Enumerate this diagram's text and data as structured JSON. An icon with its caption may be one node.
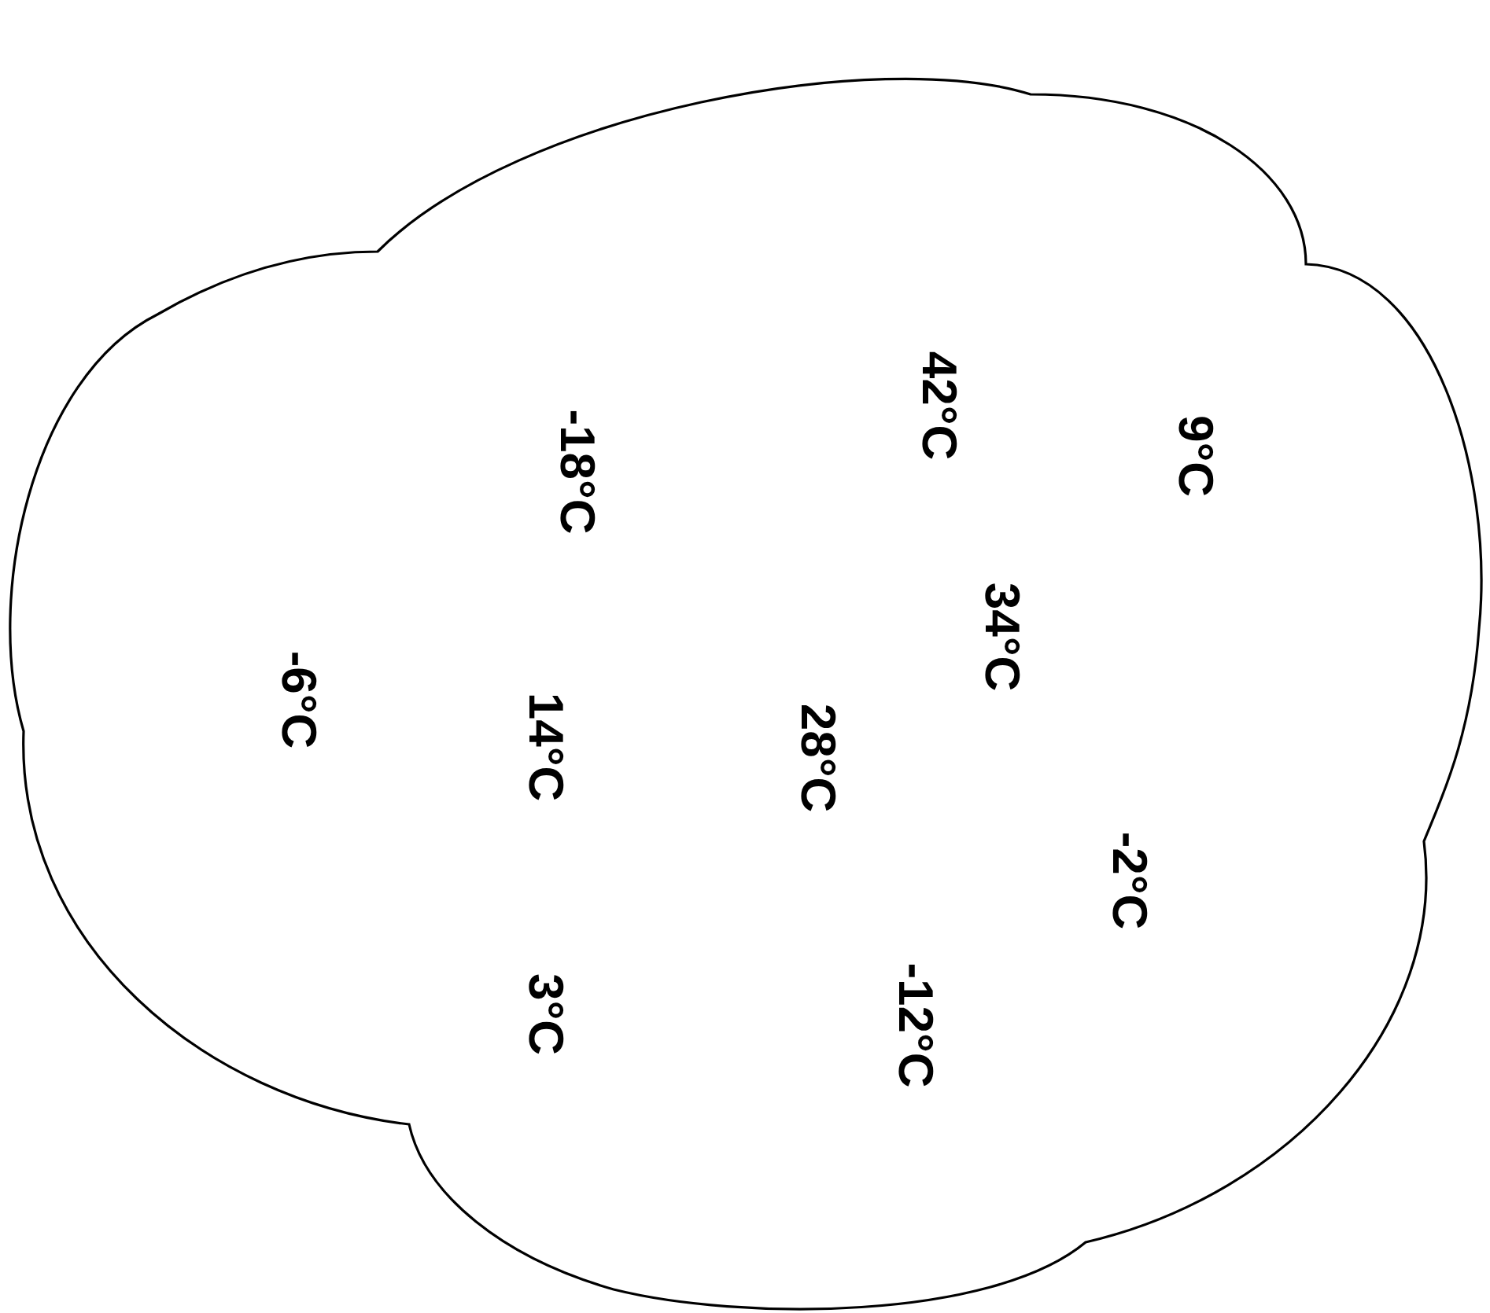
{
  "diagram": {
    "nodes": [
      {
        "text": [
          "42°C",
          "9°C",
          "-18°C",
          "34°C",
          "-6°C",
          "14°C",
          "28°C",
          "-2°C",
          "3°C",
          "-12°C"
        ]
      }
    ]
  }
}
